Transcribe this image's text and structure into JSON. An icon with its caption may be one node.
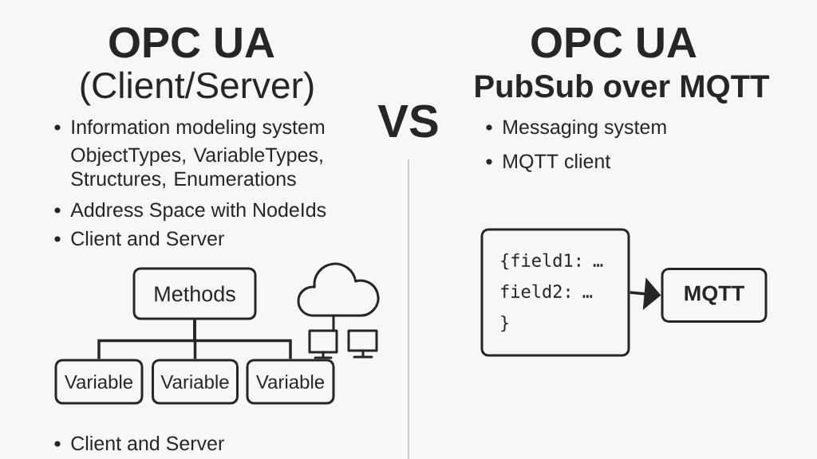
{
  "diagram": {
    "nodes": [
      {
        "text": [
          "Methods"
        ]
      },
      {
        "text": [
          "Variable"
        ]
      },
      {
        "text": [
          "Variable"
        ]
      },
      {
        "text": [
          "Variable"
        ]
      },
      {
        "text": [
          "{field1: …",
          "field2: …",
          "}"
        ]
      },
      {
        "text": [
          "MQTT"
        ]
      }
    ],
    "edges": [
      {
        "from": 0,
        "to": 1,
        "arrow": "none"
      },
      {
        "from": 0,
        "to": 2,
        "arrow": "none"
      },
      {
        "from": 0,
        "to": 3,
        "arrow": "none"
      },
      {
        "from": 4,
        "to": 5,
        "arrow": "to"
      }
    ],
    "labels": [
      "OPC UA",
      "(Client/Server)",
      "VS",
      "OPC UA",
      "PubSub over MQTT",
      "Information modeling system",
      "ObjectTypes, VariableTypes, Structures, Enumerations",
      "Address Space with NodeIds",
      "Client and Server",
      "Messaging system",
      "MQTT client",
      "Client and Server"
    ]
  }
}
